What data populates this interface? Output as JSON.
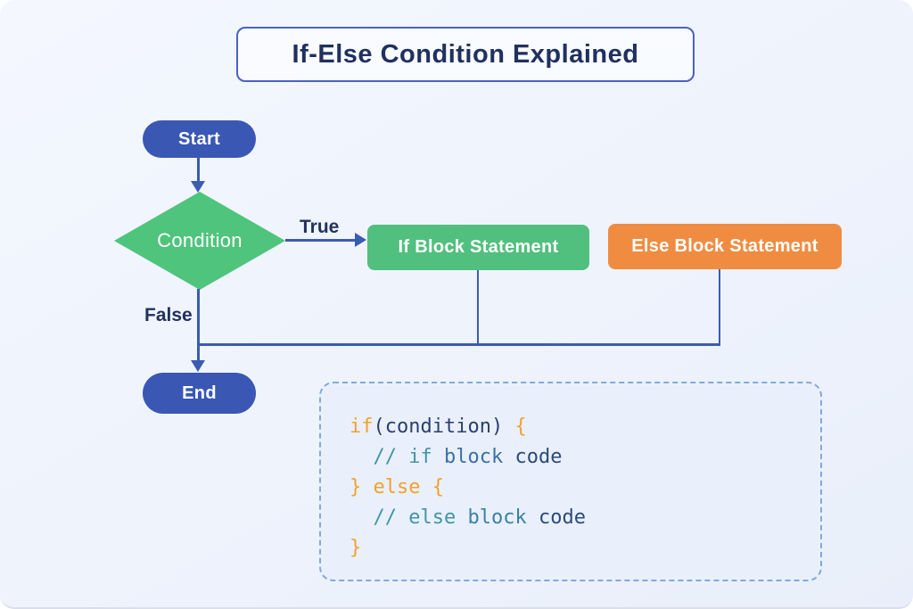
{
  "title": {
    "text": "If-Else Condition Explained"
  },
  "flowchart": {
    "start_label": "Start",
    "condition_label": "Condition",
    "true_label": "True",
    "false_label": "False",
    "if_block_label": "If Block Statement",
    "else_block_label": "Else Block Statement",
    "end_label": "End"
  },
  "code_block": {
    "lines": [
      {
        "tokens": [
          {
            "text": "if",
            "color": "orange"
          },
          {
            "text": "(condition)",
            "color": "navy"
          },
          {
            "text": " ",
            "color": "plain"
          },
          {
            "text": "{",
            "color": "orange"
          }
        ]
      },
      {
        "tokens": [
          {
            "text": "  ",
            "color": "plain"
          },
          {
            "text": "// if ",
            "color": "teal"
          },
          {
            "text": "block ",
            "color": "blue"
          },
          {
            "text": "code",
            "color": "navy2"
          }
        ]
      },
      {
        "tokens": [
          {
            "text": "} else {",
            "color": "orange"
          }
        ]
      },
      {
        "tokens": [
          {
            "text": "  ",
            "color": "plain"
          },
          {
            "text": "// else ",
            "color": "teal"
          },
          {
            "text": "block ",
            "color": "tealblue"
          },
          {
            "text": "code",
            "color": "navy2"
          }
        ]
      },
      {
        "tokens": [
          {
            "text": "}",
            "color": "orange"
          }
        ]
      }
    ]
  },
  "colors": {
    "background": "#eef3fc",
    "node_blue": "#3a57b4",
    "node_green": "#4ec47c",
    "process_green": "#51c07e",
    "process_orange": "#f08c42",
    "connector_blue": "#3a5cb2",
    "title_text": "#20305f",
    "title_border": "#4a62c2",
    "code_border": "#82a9de",
    "code_orange": "#f2a02e",
    "code_navy": "#2b3f6e",
    "code_teal": "#4095a6"
  }
}
